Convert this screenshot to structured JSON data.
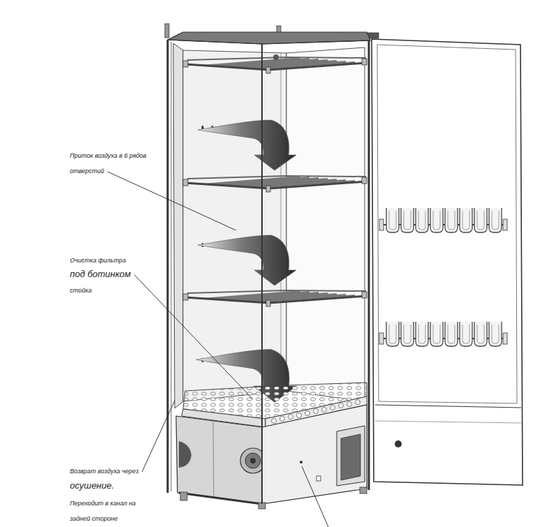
{
  "diagram": {
    "labels": [
      "Приток воздуха в 6 рядов отверстий",
      "Очистка фильтра",
      "под ботинком",
      "стойка",
      "Возврат воздуха через",
      "осушение.",
      "Переходит в канал на задней стороне"
    ]
  }
}
